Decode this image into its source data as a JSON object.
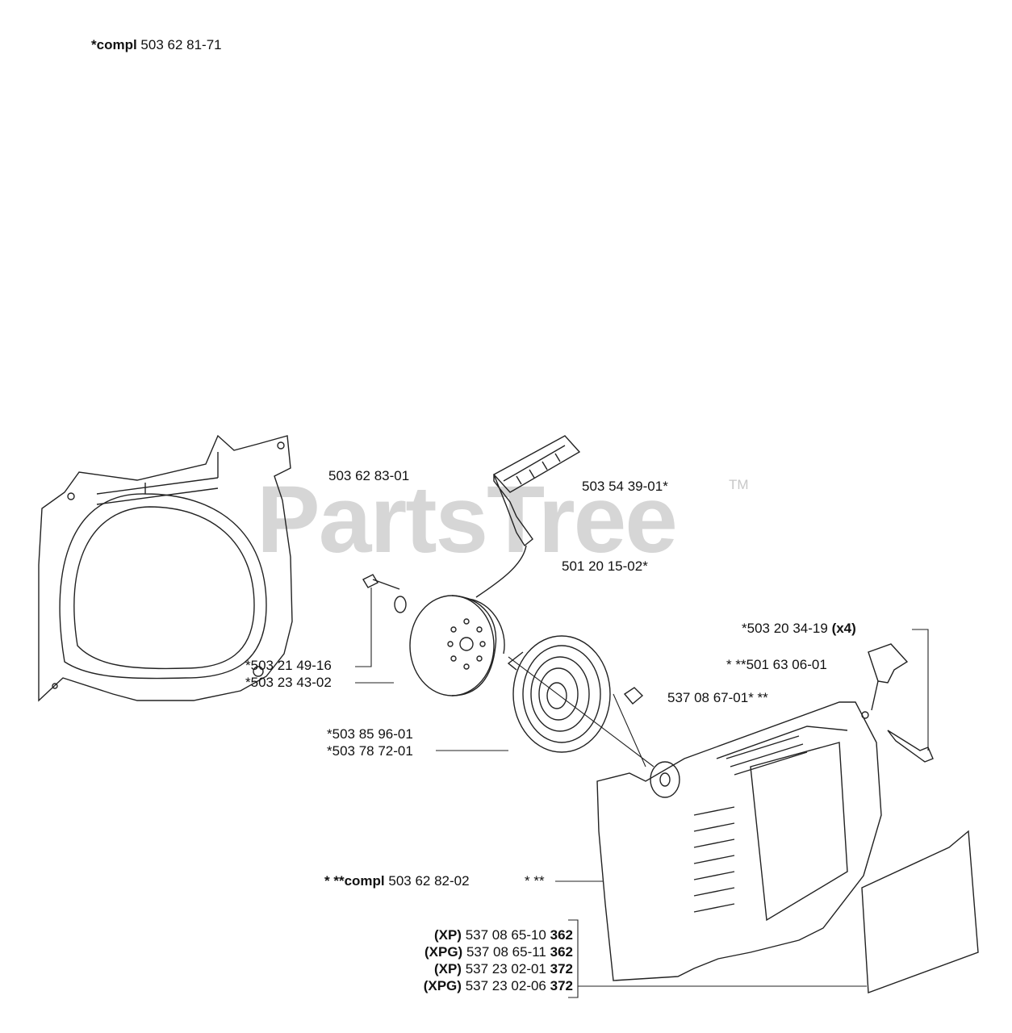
{
  "header": {
    "kit_prefix": "*compl",
    "kit_number": "503 62 81-71"
  },
  "watermark": {
    "text": "PartsTree",
    "trademark": "TM"
  },
  "callouts": {
    "fan_housing": "503 62 83-01",
    "handle": "503 54 39-01*",
    "rope": "501 20 15-02*",
    "screw": "*503 21 49-16",
    "pulley": "*503 23 43-02",
    "spring_a": "*503 85 96-01",
    "spring_b": "*503 78 72-01",
    "cover_screw": "*503 20 34-19",
    "cover_screw_qty": "(x4)",
    "nozzle": "* **501 63 06-01",
    "bushing": "537 08 67-01* **",
    "cover_prefix": "* **compl",
    "cover_number": "503 62 82-02",
    "cover_suffix": "* **"
  },
  "decals": [
    {
      "variant": "(XP)",
      "number": "537 08 65-10",
      "model": "362"
    },
    {
      "variant": "(XPG)",
      "number": "537 08 65-11",
      "model": "362"
    },
    {
      "variant": "(XP)",
      "number": "537 23 02-01",
      "model": "372"
    },
    {
      "variant": "(XPG)",
      "number": "537 23 02-06",
      "model": "372"
    }
  ]
}
